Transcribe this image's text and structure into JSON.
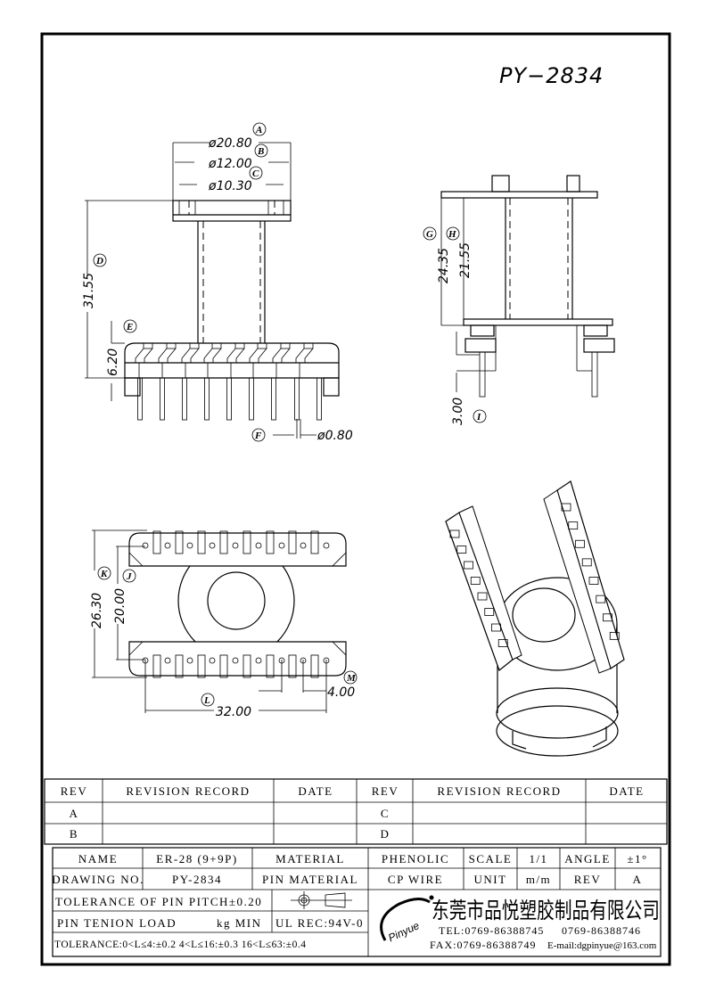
{
  "drawing_title": "PY−2834",
  "front_view": {
    "dim_a": "ø20.80",
    "dim_b": "ø12.00",
    "dim_c": "ø10.30",
    "dim_d": "31.55",
    "dim_e": "6.20",
    "dim_f": "ø0.80",
    "labels": {
      "a": "A",
      "b": "B",
      "c": "C",
      "d": "D",
      "e": "E",
      "f": "F"
    }
  },
  "side_view": {
    "dim_g": "24.35",
    "dim_h": "21.55",
    "dim_i": "3.00",
    "labels": {
      "g": "G",
      "h": "H",
      "i": "I"
    }
  },
  "bottom_view": {
    "dim_k": "26.30",
    "dim_j": "20.00",
    "dim_l": "32.00",
    "dim_m": "4.00",
    "labels": {
      "k": "K",
      "j": "J",
      "l": "L",
      "m": "M"
    }
  },
  "revision_table": {
    "headers": [
      "REV",
      "REVISION RECORD",
      "DATE",
      "REV",
      "REVISION RECORD",
      "DATE"
    ],
    "rows": [
      [
        "A",
        "",
        "",
        "C",
        "",
        ""
      ],
      [
        "B",
        "",
        "",
        "D",
        "",
        ""
      ]
    ]
  },
  "title_block": {
    "name_label": "NAME",
    "name_value": "ER-28 (9+9P)",
    "material_label": "MATERIAL",
    "material_value": "PHENOLIC",
    "scale_label": "SCALE",
    "scale_value": "1/1",
    "angle_label": "ANGLE",
    "angle_value": "±1°",
    "drawing_no_label": "DRAWING NO.",
    "drawing_no_value": "PY-2834",
    "pin_material_label": "PIN MATERIAL",
    "pin_material_value": "CP WIRE",
    "unit_label": "UNIT",
    "unit_value": "m/m",
    "rev_label": "REV",
    "rev_value": "A",
    "pin_pitch_tolerance": "TOLERANCE OF PIN PITCH±0.20",
    "pin_tension_label": "PIN TENION LOAD",
    "pin_tension_unit": "kg MIN",
    "ul_rec": "UL REC:94V-0",
    "tolerance": "TOLERANCE:0<L≤4:±0.2  4<L≤16:±0.3  16<L≤63:±0.4",
    "logo_text": "Pinyue",
    "company_name": "东莞市品悦塑胶制品有限公司",
    "tel": "TEL:0769-86388745",
    "tel2": "0769-86388746",
    "fax": "FAX:0769-86388749",
    "email": "E-mail:dgpinyue@163.com"
  }
}
